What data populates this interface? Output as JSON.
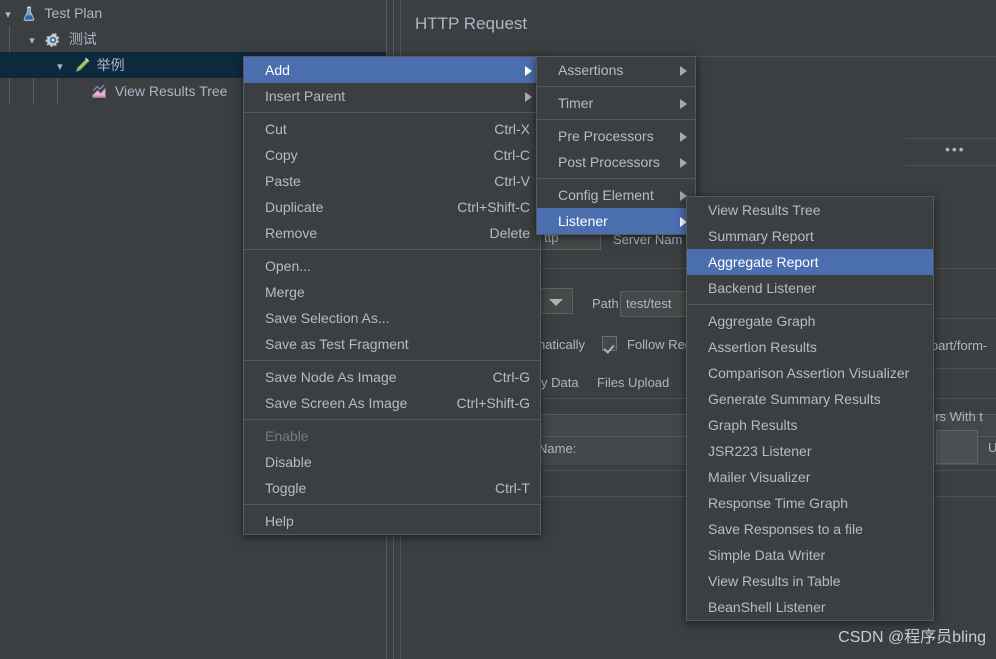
{
  "tree": {
    "rows": [
      {
        "label": "Test Plan",
        "icon": "test-plan-icon",
        "depth": 0,
        "chevron": "v",
        "selected": false
      },
      {
        "label": "测试",
        "icon": "thread-group-icon",
        "depth": 1,
        "chevron": "v",
        "selected": false
      },
      {
        "label": "举例",
        "icon": "http-request-icon",
        "depth": 2,
        "chevron": "v",
        "selected": true
      },
      {
        "label": "View Results Tree",
        "icon": "view-results-tree-icon",
        "depth": 3,
        "chevron": "",
        "selected": false
      }
    ]
  },
  "main": {
    "title": "HTTP Request",
    "protocol_value": "ttp",
    "server_label": "Server Nam",
    "path_label": "Path:",
    "path_value": "test/test",
    "auto_redirect_label": "natically",
    "follow_redirects_label": "Follow Red",
    "data_tab": "y Data",
    "files_upload_tab": "Files Upload",
    "name_label": "Name:",
    "content_type": "ipart/form-",
    "headers_hint": "ers With t",
    "button_label": "U",
    "ellipsis": "•••"
  },
  "context_menu": {
    "name": "node-context-menu",
    "items": [
      {
        "label": "Add",
        "shortcut": "",
        "submenu": true,
        "highlighted": true,
        "disabled": false
      },
      {
        "label": "Insert Parent",
        "shortcut": "",
        "submenu": true,
        "highlighted": false,
        "disabled": false
      },
      {
        "separator": true
      },
      {
        "label": "Cut",
        "shortcut": "Ctrl-X",
        "submenu": false,
        "highlighted": false,
        "disabled": false
      },
      {
        "label": "Copy",
        "shortcut": "Ctrl-C",
        "submenu": false,
        "highlighted": false,
        "disabled": false
      },
      {
        "label": "Paste",
        "shortcut": "Ctrl-V",
        "submenu": false,
        "highlighted": false,
        "disabled": false
      },
      {
        "label": "Duplicate",
        "shortcut": "Ctrl+Shift-C",
        "submenu": false,
        "highlighted": false,
        "disabled": false
      },
      {
        "label": "Remove",
        "shortcut": "Delete",
        "submenu": false,
        "highlighted": false,
        "disabled": false
      },
      {
        "separator": true
      },
      {
        "label": "Open...",
        "shortcut": "",
        "submenu": false,
        "highlighted": false,
        "disabled": false
      },
      {
        "label": "Merge",
        "shortcut": "",
        "submenu": false,
        "highlighted": false,
        "disabled": false
      },
      {
        "label": "Save Selection As...",
        "shortcut": "",
        "submenu": false,
        "highlighted": false,
        "disabled": false
      },
      {
        "label": "Save as Test Fragment",
        "shortcut": "",
        "submenu": false,
        "highlighted": false,
        "disabled": false
      },
      {
        "separator": true
      },
      {
        "label": "Save Node As Image",
        "shortcut": "Ctrl-G",
        "submenu": false,
        "highlighted": false,
        "disabled": false
      },
      {
        "label": "Save Screen As Image",
        "shortcut": "Ctrl+Shift-G",
        "submenu": false,
        "highlighted": false,
        "disabled": false
      },
      {
        "separator": true
      },
      {
        "label": "Enable",
        "shortcut": "",
        "submenu": false,
        "highlighted": false,
        "disabled": true
      },
      {
        "label": "Disable",
        "shortcut": "",
        "submenu": false,
        "highlighted": false,
        "disabled": false
      },
      {
        "label": "Toggle",
        "shortcut": "Ctrl-T",
        "submenu": false,
        "highlighted": false,
        "disabled": false
      },
      {
        "separator": true
      },
      {
        "label": "Help",
        "shortcut": "",
        "submenu": false,
        "highlighted": false,
        "disabled": false
      }
    ]
  },
  "add_submenu": {
    "name": "add-submenu",
    "items": [
      {
        "label": "Assertions",
        "submenu": true,
        "highlighted": false
      },
      {
        "separator": true
      },
      {
        "label": "Timer",
        "submenu": true,
        "highlighted": false
      },
      {
        "separator": true
      },
      {
        "label": "Pre Processors",
        "submenu": true,
        "highlighted": false
      },
      {
        "label": "Post Processors",
        "submenu": true,
        "highlighted": false
      },
      {
        "separator": true
      },
      {
        "label": "Config Element",
        "submenu": true,
        "highlighted": false
      },
      {
        "label": "Listener",
        "submenu": true,
        "highlighted": true
      }
    ]
  },
  "listener_submenu": {
    "name": "listener-submenu",
    "items": [
      {
        "label": "View Results Tree",
        "highlighted": false
      },
      {
        "label": "Summary Report",
        "highlighted": false
      },
      {
        "label": "Aggregate Report",
        "highlighted": true
      },
      {
        "label": "Backend Listener",
        "highlighted": false
      },
      {
        "separator": true
      },
      {
        "label": "Aggregate Graph",
        "highlighted": false
      },
      {
        "label": "Assertion Results",
        "highlighted": false
      },
      {
        "label": "Comparison Assertion Visualizer",
        "highlighted": false
      },
      {
        "label": "Generate Summary Results",
        "highlighted": false
      },
      {
        "label": "Graph Results",
        "highlighted": false
      },
      {
        "label": "JSR223 Listener",
        "highlighted": false
      },
      {
        "label": "Mailer Visualizer",
        "highlighted": false
      },
      {
        "label": "Response Time Graph",
        "highlighted": false
      },
      {
        "label": "Save Responses to a file",
        "highlighted": false
      },
      {
        "label": "Simple Data Writer",
        "highlighted": false
      },
      {
        "label": "View Results in Table",
        "highlighted": false
      },
      {
        "label": "BeanShell Listener",
        "highlighted": false
      }
    ]
  },
  "watermark": "CSDN @程序员bling",
  "colors": {
    "background": "#3c3f41",
    "menu_background": "#3c3f41",
    "highlight": "#4b6eaf",
    "text": "#a9b7c6",
    "tree_selection": "#0d293e",
    "separator": "#545759"
  }
}
